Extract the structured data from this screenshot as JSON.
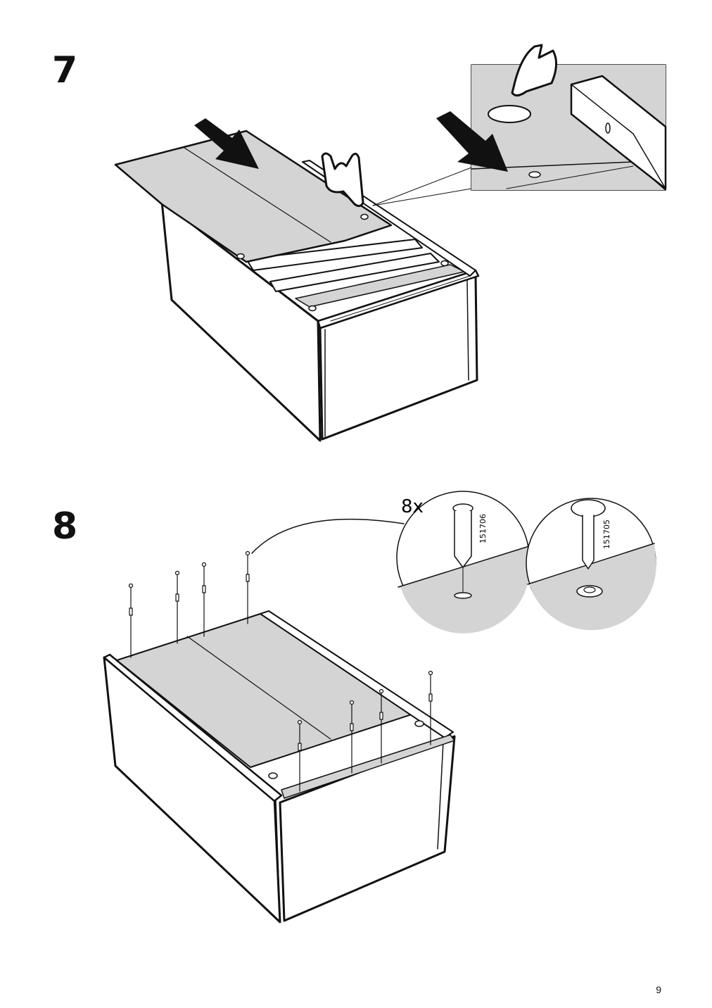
{
  "steps": [
    {
      "number": "7"
    },
    {
      "number": "8",
      "quantity": "8x",
      "part_numbers": [
        "151706",
        "151705"
      ]
    }
  ],
  "page_number": "9",
  "icons": [
    "push-arrow-icon",
    "pointing-hand-icon",
    "screw-plug-icon",
    "hole-icon"
  ],
  "colors": {
    "panel_fill": "#d4d4d4",
    "line": "#111111",
    "background": "#ffffff"
  }
}
